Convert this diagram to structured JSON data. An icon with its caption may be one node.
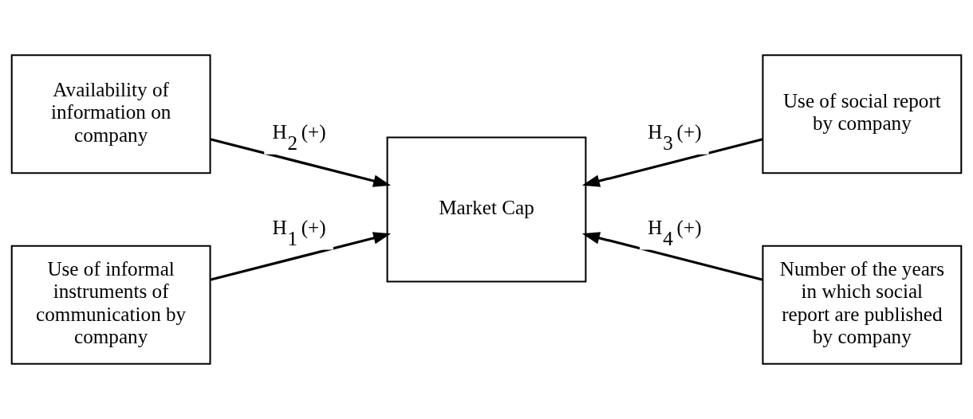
{
  "diagram": {
    "nodes": [
      {
        "text": [
          "Availability of information on company"
        ]
      },
      {
        "text": [
          "Use of social report by company"
        ]
      },
      {
        "text": [
          "Market Cap"
        ]
      },
      {
        "text": [
          "Use of informal instruments of communication by company"
        ]
      },
      {
        "text": [
          "Number of the years in which social report are published by company"
        ]
      }
    ],
    "edges": [
      {
        "from": 0,
        "to": 2,
        "arrow": "to",
        "label": "H$_{2}$ (+)"
      },
      {
        "from": 1,
        "to": 2,
        "arrow": "to",
        "label": "H$_{3}$ (+)"
      },
      {
        "from": 3,
        "to": 2,
        "arrow": "to",
        "label": "H$_{1}$ (+)"
      },
      {
        "from": 4,
        "to": 2,
        "arrow": "to",
        "label": "H$_{4}$ (+)"
      }
    ]
  }
}
